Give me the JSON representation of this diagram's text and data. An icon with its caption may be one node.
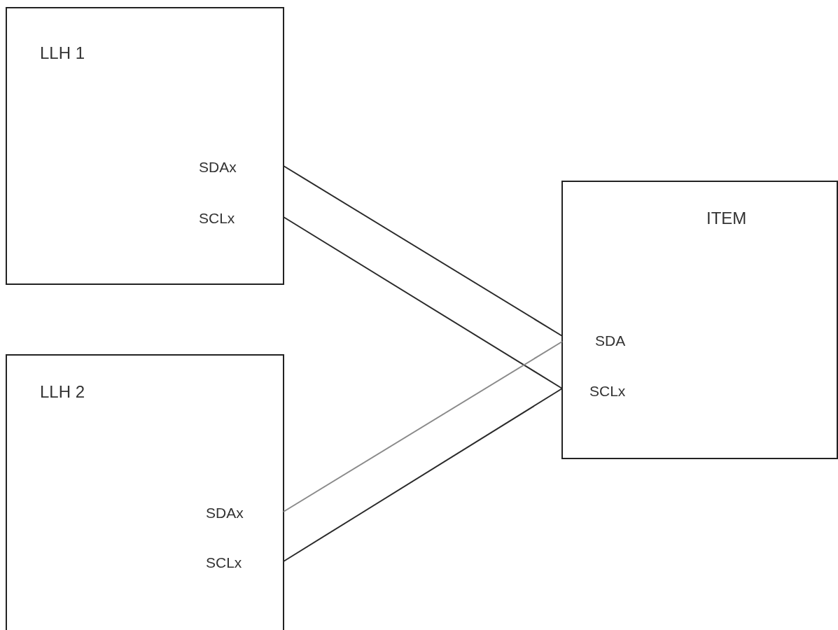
{
  "diagram": {
    "nodes": [
      {
        "text": [
          "LLH 1",
          "SDAx",
          "SCLx"
        ]
      },
      {
        "text": [
          "LLH 2",
          "SDAx",
          "SCLx"
        ]
      },
      {
        "text": [
          "ITEM",
          "SDA",
          "SCLx"
        ]
      }
    ],
    "edges": [
      {
        "from": 0,
        "to": 2,
        "arrow": "none"
      },
      {
        "from": 0,
        "to": 2,
        "arrow": "none"
      },
      {
        "from": 1,
        "to": 2,
        "arrow": "none",
        "color": "#8a8a8a"
      },
      {
        "from": 1,
        "to": 2,
        "arrow": "none"
      }
    ]
  }
}
